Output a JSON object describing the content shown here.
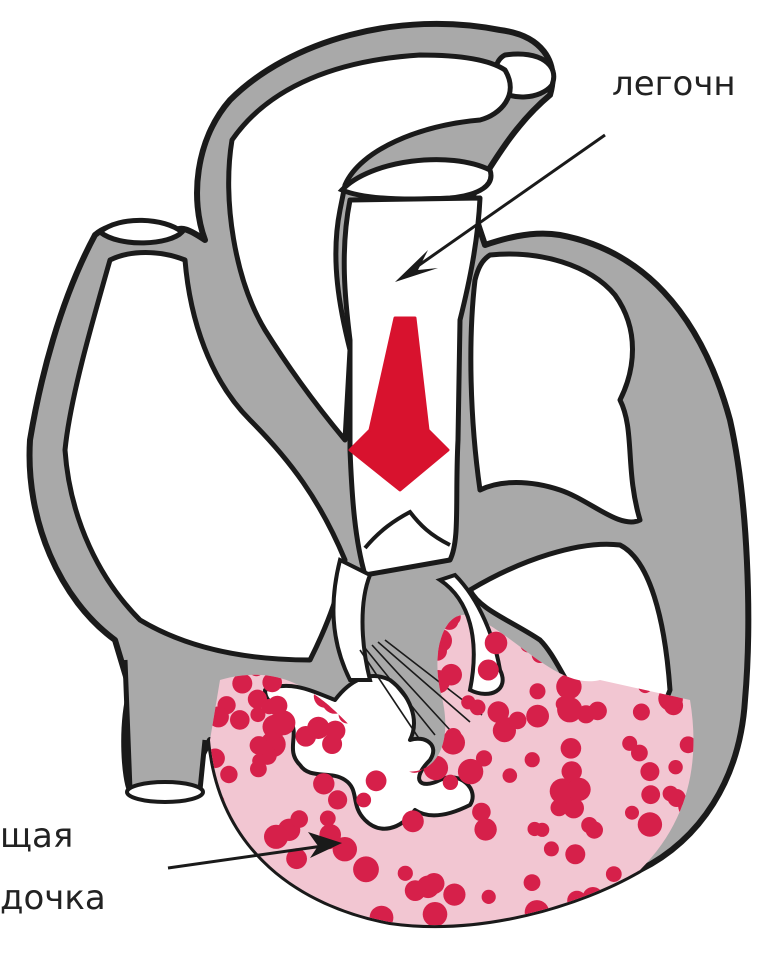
{
  "labels": {
    "top_right": "легочн",
    "bottom_left_line1": "щая",
    "bottom_left_line2": "дочка"
  },
  "colors": {
    "outline": "#1a1a1a",
    "wall_gray": "#a9a9a9",
    "chamber_white": "#ffffff",
    "blood_red": "#d6204a",
    "arrow_red": "#d8122e",
    "tint_pink": "#f2c6d2"
  },
  "icons": {
    "flow_arrow": "down-arrow",
    "pointer_arrows": "line-arrow"
  }
}
